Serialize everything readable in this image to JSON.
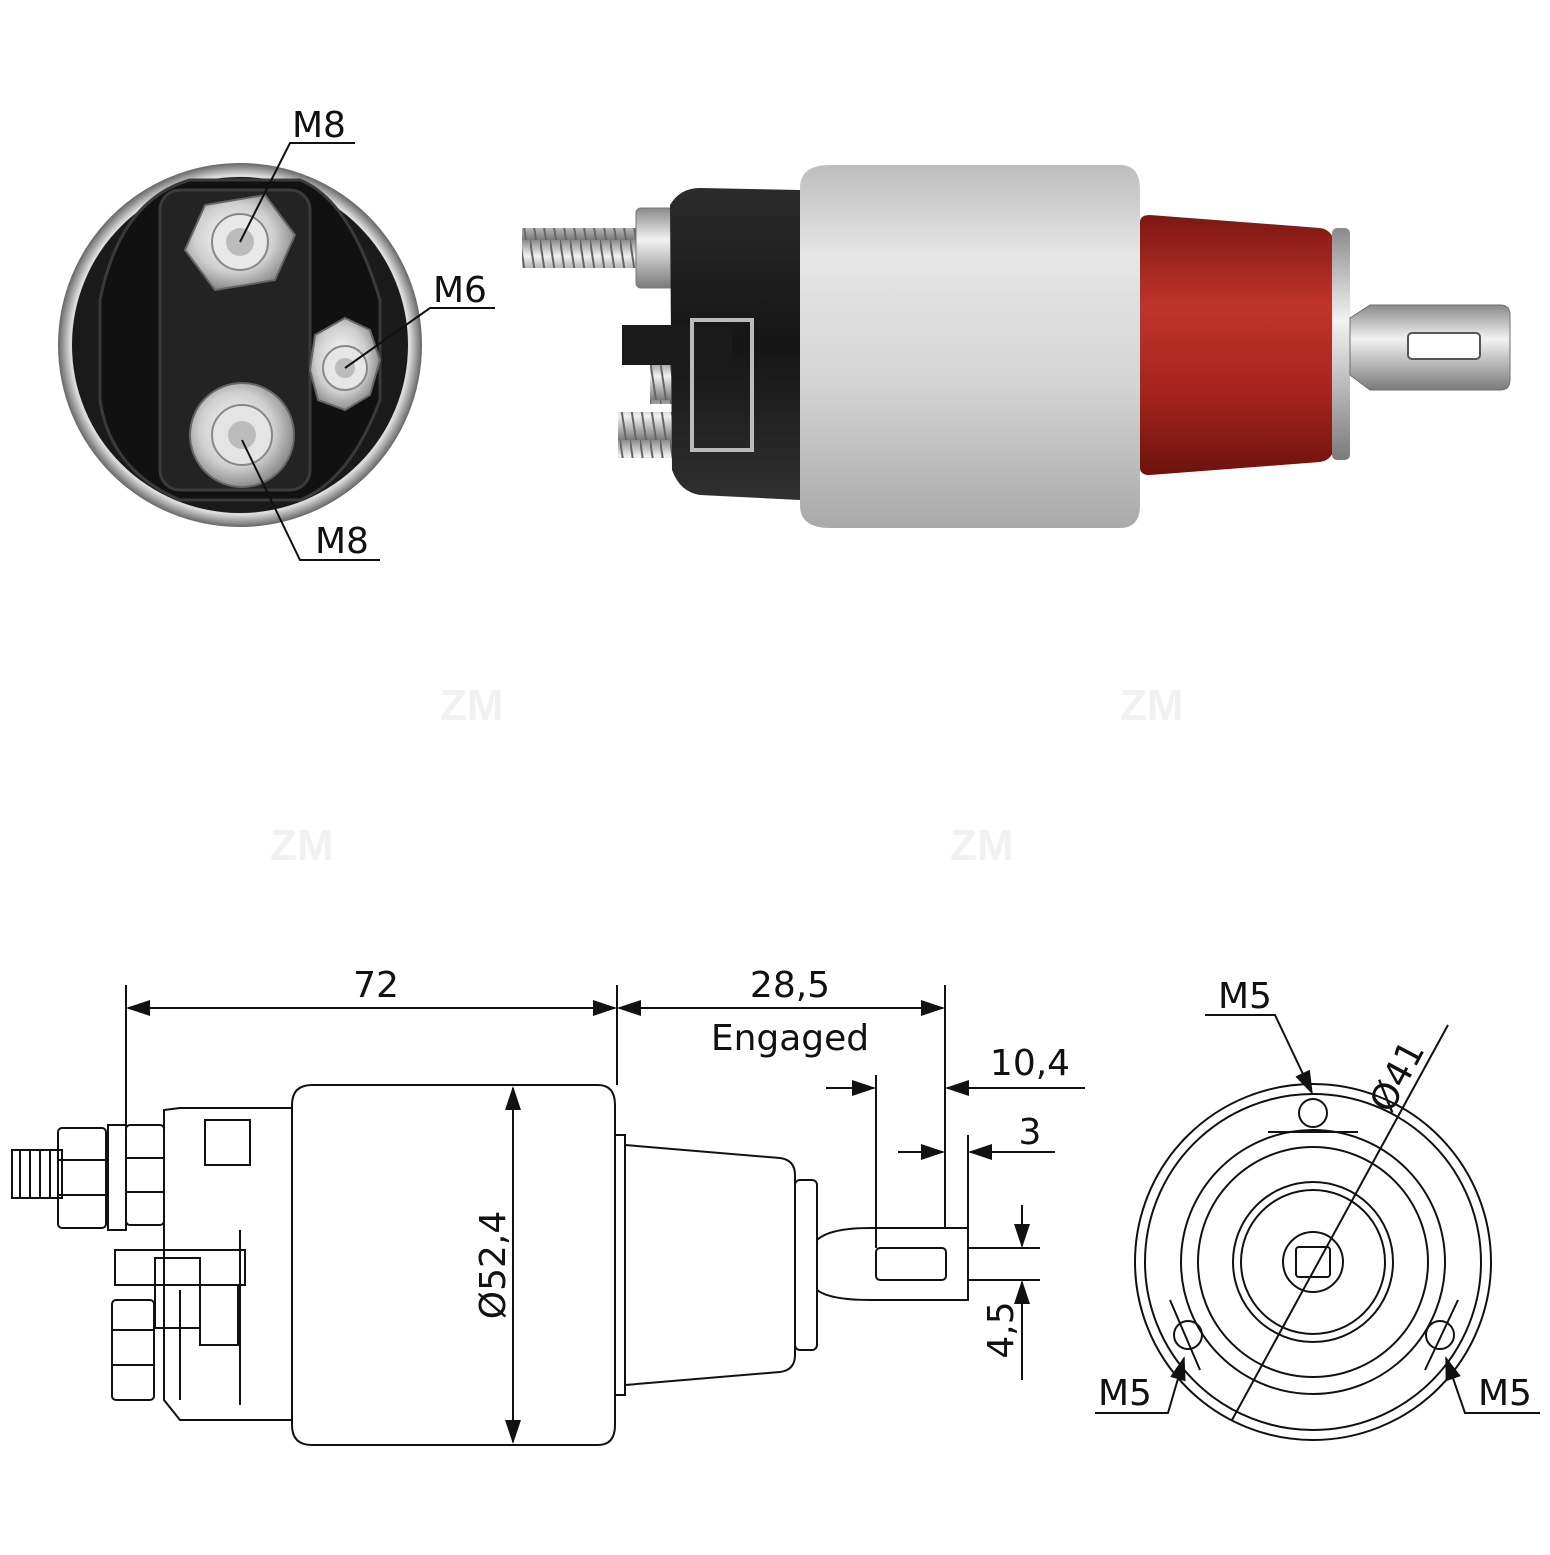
{
  "watermark": {
    "brand": "ZM",
    "badge": "ZM"
  },
  "photo_views": {
    "front_end": {
      "terminal_top": "M8",
      "terminal_bottom": "M8",
      "terminal_side": "M6"
    }
  },
  "drawing": {
    "side_view": {
      "length": "72",
      "stroke": "28,5",
      "stroke_note": "Engaged",
      "plunger_offset": "10,4",
      "slot_offset": "3",
      "slot_width": "4,5",
      "diameter": "Ø52,4"
    },
    "end_view": {
      "bolt_circle": "Ø41",
      "hole_top": "M5",
      "hole_left": "M5",
      "hole_right": "M5"
    }
  },
  "colors": {
    "housing": "#cfcfcf",
    "cap": "#1c1c1c",
    "boot": "#a8221c",
    "line": "#111111"
  }
}
